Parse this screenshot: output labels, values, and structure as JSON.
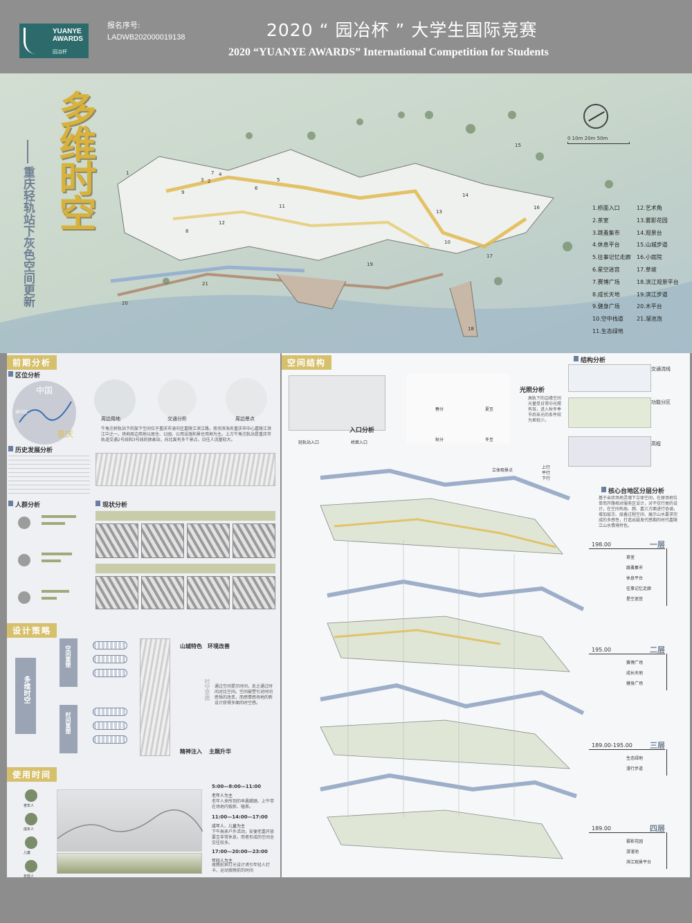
{
  "header": {
    "logo_text": "YUANYE AWARDS",
    "logo_sub": "园冶杯",
    "reg_label": "报名序号:",
    "reg_no": "LADWB202000019138",
    "title_cn": "2020 “ 园冶杯 ” 大学生国际竞赛",
    "title_en": "2020 “YUANYE AWARDS” International Competition for  Students"
  },
  "hero": {
    "title": "多维时空",
    "subtitle": "重庆轻轨站下灰色空间更新",
    "scale": "0  10m  20m        50m"
  },
  "legend": [
    "1.桥面入口",
    "12.艺术角",
    "2.茶室",
    "13.雾影花园",
    "3.跳蚤集市",
    "14.观景台",
    "4.休息平台",
    "15.山城步道",
    "5.往事记忆走廊",
    "16.小庭院",
    "6.星空迷宫",
    "17.草坡",
    "7.赛博广场",
    "18.滨江观景平台",
    "8.成长天地",
    "19.滨江步道",
    "9.健身广场",
    "20.木平台",
    "10.空中栈道",
    "21.溜池泡",
    "11.生态绿地",
    ""
  ],
  "plan_numbers": [
    "1",
    "2",
    "3",
    "4",
    "5",
    "6",
    "7",
    "8",
    "9",
    "10",
    "11",
    "12",
    "13",
    "14",
    "15",
    "16",
    "17",
    "18",
    "19",
    "20",
    "21"
  ],
  "left": {
    "sec_analysis": "前期分析",
    "location": "区位分析",
    "china": "中国",
    "yuzhong": "渝中区",
    "chongqing": "重庆",
    "surround_land": "周边用地",
    "traffic": "交通分析",
    "scenic": "周边景点",
    "history": "历史发展分析",
    "history_text": "牛角沱桥轨站下的架下空间位于重庆市渝中区嘉陵江滨江路，南邻滨海名重庆市中心嘉陵江滨江中之一。场地周边用地以居住、公园、公用设施和景住用地为主。上方牛角沱轨站是重庆市轨道交通2号线和3号线的换乘站，向北离有多个景点，日往人流量较大。",
    "crowd": "人群分析",
    "status": "现状分析",
    "sec_strategy": "设计策略",
    "strategy_vertical": "多维时空",
    "strategy_a": "空间重塑",
    "strategy_b": "时间重塑",
    "mountain": "山城特色",
    "env": "环境改善",
    "spirit": "精神注入",
    "theme": "主题升华",
    "time_space": "时空变换",
    "strategy_text": "通过空间提示时间，反之通过时间对比空间。空间被塑引对时间感悟的改变，而感情感场地的新设计获得多面的时空感。",
    "sec_time": "使用时间",
    "t1": "5:00—8:00—11:00",
    "t1a": "老年人为主",
    "t1b": "老年人来所到的早晨踢踏、上午带在场地内锻炼、嗑茶。",
    "t2": "11:00—14:00—17:00",
    "t2a": "成年人、儿童为主",
    "t2b": "下午高来户外活动，安便老嘉开放要互非常休息，而者形成的空间全交往较多。",
    "t3": "17:00—20:00—23:00",
    "t3a": "年轻人为主",
    "t3b": "夜晚前宾灯光设计诱引年轻人打卡，运动夜晚前的时间",
    "people": [
      "老年人",
      "成年人",
      "儿童",
      "年轻人"
    ]
  },
  "right": {
    "sec_space": "空间结构",
    "entrance": "入口分析",
    "rail_entry": "轻轨站入口",
    "bridge_entry": "桥面入口",
    "light": "光照分析",
    "light_text": "高轨下的边缘空间光量受日常中光照有效，进入秋冬季节后采光的条件较为差较少。",
    "spring": "春分",
    "summer": "夏至",
    "autumn": "秋分",
    "winter": "冬至",
    "structure": "结构分析",
    "traffic_flow": "交通流线",
    "function": "功能分区",
    "elevation": "高程",
    "stand": "立体观景点",
    "up": "上行",
    "flat": "平行",
    "down": "下行",
    "core": "核心台地区分层分析",
    "core_text": "基于亲状场地灵魂下立体空间，在原场地位单而开路相对服务区设计，对不仅行类的设计，在空间布局、颜、嘉三方面进行协调，增加层次、层叠过程空间、展示山水要求完成的多感性，打造出链发代感期的时代嘉陵江山水情境特色。",
    "layers": [
      {
        "level": "198.00",
        "name": "一层",
        "funcs": [
          "茶室",
          "跳蚤集市",
          "休息平台",
          "往事记忆走廊",
          "星空迷宫"
        ]
      },
      {
        "level": "195.00",
        "name": "二层",
        "funcs": [
          "赛博广场",
          "成长天地",
          "健身广场"
        ]
      },
      {
        "level": "189.00-195.00",
        "name": "三层",
        "funcs": [
          "生态绿地",
          "漫行步道"
        ]
      },
      {
        "level": "189.00",
        "name": "四层",
        "funcs": [
          "雾影花园",
          "游溜池",
          "滨江观景平台"
        ]
      }
    ]
  },
  "colors": {
    "accent_gold": "#d7c06c",
    "accent_blue": "#6e7f92",
    "header_gray": "#8f8f8f"
  }
}
